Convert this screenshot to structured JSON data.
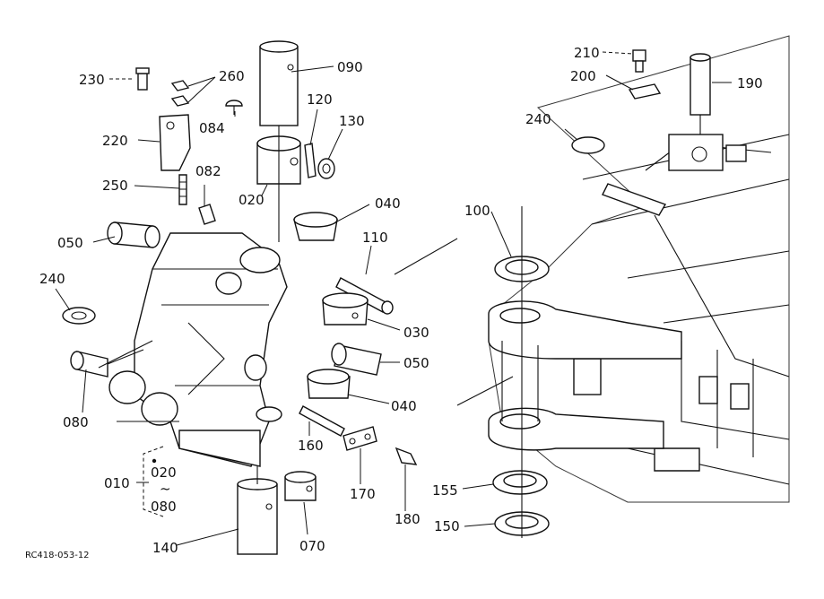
{
  "figure_code": "RC418-053-12",
  "callouts": [
    {
      "id": "c230",
      "text": "230"
    },
    {
      "id": "c260",
      "text": "260"
    },
    {
      "id": "c090",
      "text": "090"
    },
    {
      "id": "c120",
      "text": "120"
    },
    {
      "id": "c130",
      "text": "130"
    },
    {
      "id": "c084",
      "text": "084"
    },
    {
      "id": "c220",
      "text": "220"
    },
    {
      "id": "c082",
      "text": "082"
    },
    {
      "id": "c020",
      "text": "020"
    },
    {
      "id": "c250",
      "text": "250"
    },
    {
      "id": "c040a",
      "text": "040"
    },
    {
      "id": "c050a",
      "text": "050"
    },
    {
      "id": "c110",
      "text": "110"
    },
    {
      "id": "c240a",
      "text": "240"
    },
    {
      "id": "c030",
      "text": "030"
    },
    {
      "id": "c050b",
      "text": "050"
    },
    {
      "id": "c080",
      "text": "080"
    },
    {
      "id": "c040b",
      "text": "040"
    },
    {
      "id": "c010",
      "text": "010"
    },
    {
      "id": "c160",
      "text": "160"
    },
    {
      "id": "c170",
      "text": "170"
    },
    {
      "id": "c180",
      "text": "180"
    },
    {
      "id": "c140",
      "text": "140"
    },
    {
      "id": "c070",
      "text": "070"
    },
    {
      "id": "c210",
      "text": "210"
    },
    {
      "id": "c200",
      "text": "200"
    },
    {
      "id": "c190",
      "text": "190"
    },
    {
      "id": "c240b",
      "text": "240"
    },
    {
      "id": "c100",
      "text": "100"
    },
    {
      "id": "c155",
      "text": "155"
    },
    {
      "id": "c150",
      "text": "150"
    }
  ],
  "range_group": {
    "from": "020",
    "tilde": "~",
    "to": "080"
  }
}
